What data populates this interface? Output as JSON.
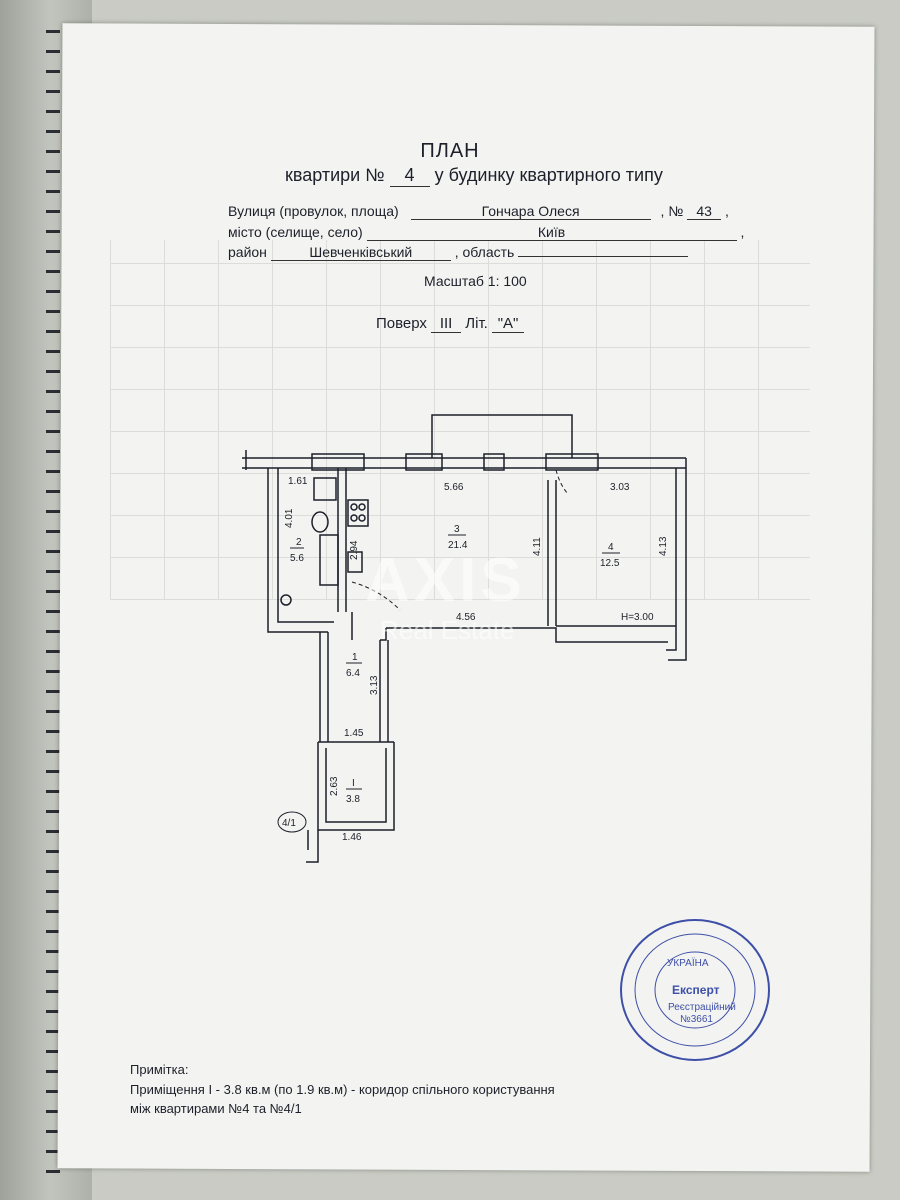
{
  "header": {
    "title": "ПЛАН",
    "subtitle_prefix": "квартири  №",
    "apartment_number": "4",
    "subtitle_suffix": "у будинку квартирного типу"
  },
  "address": {
    "street_label": "Вулиця (провулок, площа)",
    "street_value": "Гончара Олеся",
    "number_label": "№",
    "number_value": "43",
    "city_label": "місто (селище, село)",
    "city_value": "Київ",
    "district_label": "район",
    "district_value": "Шевченківський",
    "oblast_label": ", область",
    "oblast_value": ""
  },
  "scale": "Масштаб 1: 100",
  "floor": {
    "floor_label": "Поверх",
    "floor_value": "III",
    "lit_label": "Літ.",
    "lit_value": "\"A\""
  },
  "plan": {
    "dimensions": {
      "d161": "1.61",
      "d566": "5.66",
      "d303": "3.03",
      "d401": "4.01",
      "d294": "2.94",
      "d411": "4.11",
      "d413": "4.13",
      "d456": "4.56",
      "d313": "3.13",
      "d145": "1.45",
      "d263": "2.63",
      "d146": "1.46"
    },
    "rooms": [
      {
        "number": "2",
        "area": "5.6"
      },
      {
        "number": "3",
        "area": "21.4"
      },
      {
        "number": "4",
        "area": "12.5"
      },
      {
        "number": "1",
        "area": "6.4"
      },
      {
        "number": "I",
        "area": "3.8"
      }
    ],
    "height": "H=3.00",
    "neighbor_apartment": "4/1"
  },
  "watermark": {
    "brand": "AXIS",
    "sub": "Real Estate"
  },
  "note": {
    "title": "Примітка:",
    "line1": "Приміщення I - 3.8 кв.м (по 1.9 кв.м)  - коридор спільного користування",
    "line2": "між квартирами №4 та №4/1"
  },
  "stamp": {
    "center_text": "Експерт",
    "reg_label": "Реєстраційний",
    "reg_number": "№3661",
    "ring_text": "УКРАЇНА"
  },
  "colors": {
    "ink": "#1d1f2a",
    "stamp": "#3e4fa8",
    "paper": "#f3f4f1"
  }
}
